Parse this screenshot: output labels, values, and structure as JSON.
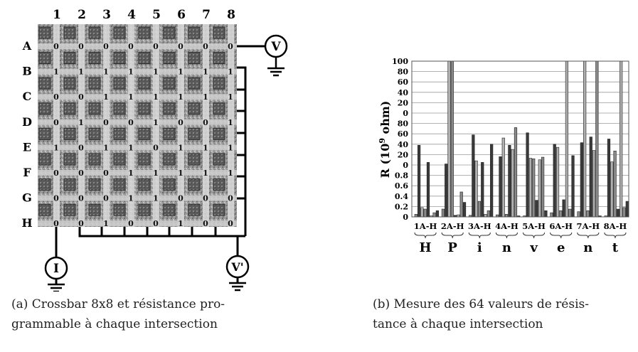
{
  "panel_a": {
    "column_labels": [
      "1",
      "2",
      "3",
      "4",
      "5",
      "6",
      "7",
      "8"
    ],
    "row_labels": [
      "A",
      "B",
      "C",
      "D",
      "E",
      "F",
      "G",
      "H"
    ],
    "meter_labels": {
      "v": "V",
      "i": "I",
      "v_prime": "V'"
    },
    "bits": [
      [
        "0",
        "0",
        "0",
        "0",
        "0",
        "0",
        "0",
        "0"
      ],
      [
        "1",
        "1",
        "1",
        "1",
        "1",
        "1",
        "1",
        "1"
      ],
      [
        "0",
        "0",
        "1",
        "1",
        "1",
        "1",
        "1",
        "1"
      ],
      [
        "0",
        "1",
        "0",
        "0",
        "1",
        "0",
        "0",
        "1"
      ],
      [
        "1",
        "0",
        "1",
        "1",
        "0",
        "1",
        "1",
        "1"
      ],
      [
        "0",
        "0",
        "0",
        "1",
        "1",
        "1",
        "1",
        "1"
      ],
      [
        "0",
        "0",
        "0",
        "1",
        "1",
        "0",
        "0",
        "0"
      ],
      [
        "0",
        "0",
        "1",
        "0",
        "0",
        "1",
        "0",
        "0"
      ]
    ],
    "caption_line1": "(a) Crossbar 8x8 et résistance pro-",
    "caption_line2": "grammable à chaque intersection"
  },
  "panel_b": {
    "caption_line1": "(b) Mesure des 64 valeurs de résis-",
    "caption_line2": "tance à chaque intersection"
  },
  "chart_data": {
    "type": "bar",
    "ylabel_main": "R (10",
    "ylabel_exp": "9",
    "ylabel_unit": " ohm)",
    "ytick_labels": [
      "100",
      "80",
      "60",
      "40",
      "20",
      "0",
      "80",
      "60",
      "40",
      "20",
      "0",
      "0.8",
      "0.6",
      "0.4",
      "0.2",
      "0"
    ],
    "ytick_values": [
      100,
      80,
      60,
      40,
      20,
      0,
      80,
      60,
      40,
      20,
      0,
      0.8,
      0.6,
      0.4,
      0.2,
      0
    ],
    "group_labels": [
      "1A-H",
      "2A-H",
      "3A-H",
      "4A-H",
      "5A-H",
      "6A-H",
      "7A-H",
      "8A-H"
    ],
    "letters": [
      "H",
      "P",
      "i",
      "n",
      "v",
      "e",
      "n",
      "t"
    ],
    "grid": true,
    "bar_colors": [
      "#8a8a8a",
      "#3a3a3a",
      "#b0b0b0"
    ],
    "groups": [
      {
        "label": "1A-H",
        "values": [
          0.05,
          38,
          0.18,
          0.15,
          5,
          0.02,
          0.08,
          0.12
        ]
      },
      {
        "label": "2A-H",
        "values": [
          0.15,
          2,
          100,
          100,
          0.03,
          0.04,
          0.48,
          0.28
        ]
      },
      {
        "label": "3A-H",
        "values": [
          0.03,
          58,
          8,
          0.3,
          5,
          0.05,
          0.12,
          40
        ]
      },
      {
        "label": "4A-H",
        "values": [
          0.04,
          16,
          52,
          0.05,
          38,
          30,
          72,
          0.02
        ]
      },
      {
        "label": "5A-H",
        "values": [
          0.02,
          62,
          13,
          12,
          0.32,
          10,
          15,
          0.12
        ]
      },
      {
        "label": "6A-H",
        "values": [
          0.08,
          40,
          34,
          0.12,
          0.33,
          100,
          0.15,
          18
        ]
      },
      {
        "label": "7A-H",
        "values": [
          0.1,
          43,
          100,
          0.12,
          54,
          28,
          100,
          0.02
        ]
      },
      {
        "label": "8A-H",
        "values": [
          0.02,
          50,
          6,
          27,
          0.15,
          100,
          0.18,
          0.3
        ]
      }
    ]
  }
}
